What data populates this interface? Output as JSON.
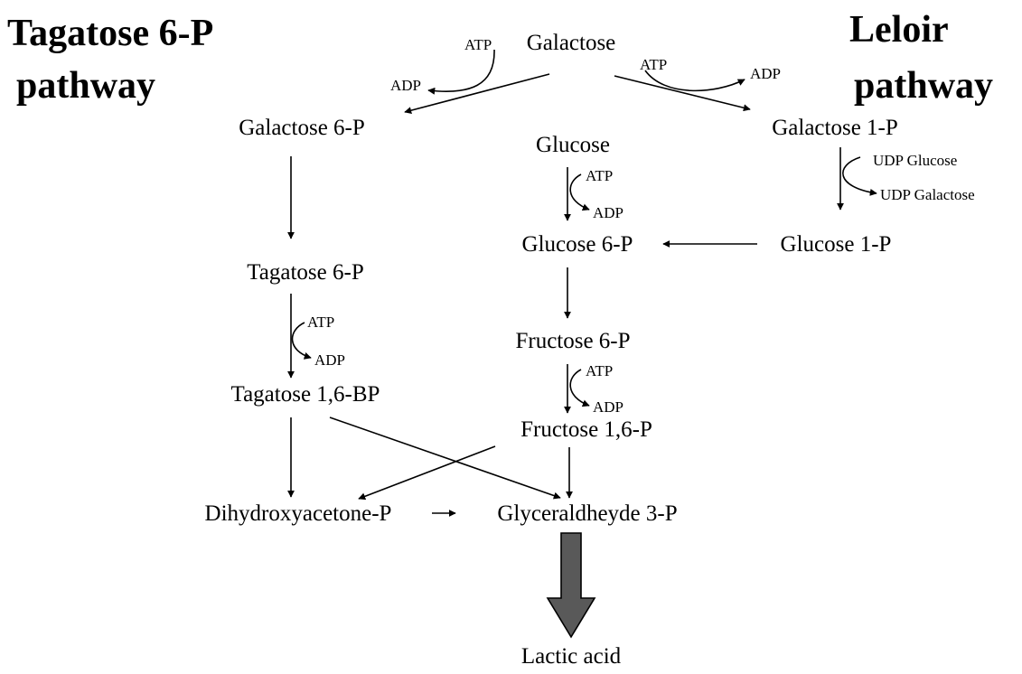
{
  "headings": {
    "tagatose_line1": "Tagatose 6-P",
    "tagatose_line2": "pathway",
    "leloir_line1": "Leloir",
    "leloir_line2": "pathway"
  },
  "nodes": {
    "galactose": "Galactose",
    "galactose_6p": "Galactose 6-P",
    "galactose_1p": "Galactose 1-P",
    "glucose": "Glucose",
    "glucose_6p": "Glucose 6-P",
    "glucose_1p": "Glucose 1-P",
    "tagatose_6p": "Tagatose 6-P",
    "fructose_6p": "Fructose 6-P",
    "tagatose_16bp": "Tagatose 1,6-BP",
    "fructose_16p": "Fructose 1,6-P",
    "dihydroxyacetone_p": "Dihydroxyacetone-P",
    "glyceraldehyde_3p": "Glyceraldheyde 3-P",
    "lactic_acid": "Lactic acid"
  },
  "cofactors": {
    "atp": "ATP",
    "adp": "ADP",
    "udp_glucose": "UDP Glucose",
    "udp_galactose": "UDP Galactose"
  },
  "colors": {
    "ink": "#000000",
    "big_arrow_fill": "#595959"
  }
}
